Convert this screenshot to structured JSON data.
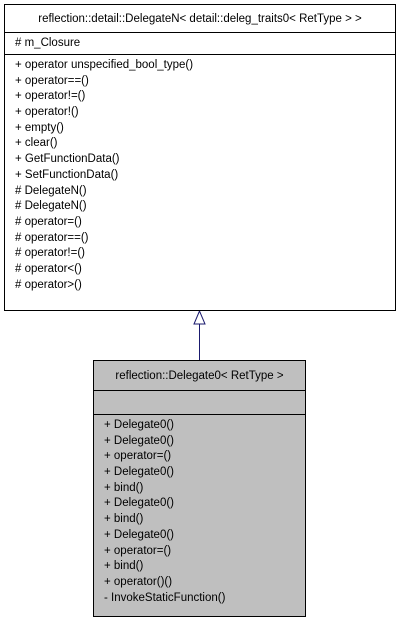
{
  "base_class": {
    "title": "reflection::detail::DelegateN< detail::deleg_traits0< RetType > >",
    "attributes": [
      "# m_Closure"
    ],
    "methods": [
      "+ operator unspecified_bool_type()",
      "+ operator==()",
      "+ operator!=()",
      "+ operator!()",
      "+ empty()",
      "+ clear()",
      "+ GetFunctionData()",
      "+ SetFunctionData()",
      "# DelegateN()",
      "# DelegateN()",
      "# operator=()",
      "# operator==()",
      "# operator!=()",
      "# operator<()",
      "# operator>()"
    ]
  },
  "derived_class": {
    "title": "reflection::Delegate0< RetType >",
    "attributes": [],
    "methods": [
      "+ Delegate0()",
      "+ Delegate0()",
      "+ operator=()",
      "+ Delegate0()",
      "+ bind()",
      "+ Delegate0()",
      "+ bind()",
      "+ Delegate0()",
      "+ operator=()",
      "+ bind()",
      "+ operator()()",
      "- InvokeStaticFunction()"
    ]
  },
  "colors": {
    "derived_fill": "#bfbfbf",
    "arrow_stroke": "#1a1a6e",
    "border": "#000000"
  }
}
